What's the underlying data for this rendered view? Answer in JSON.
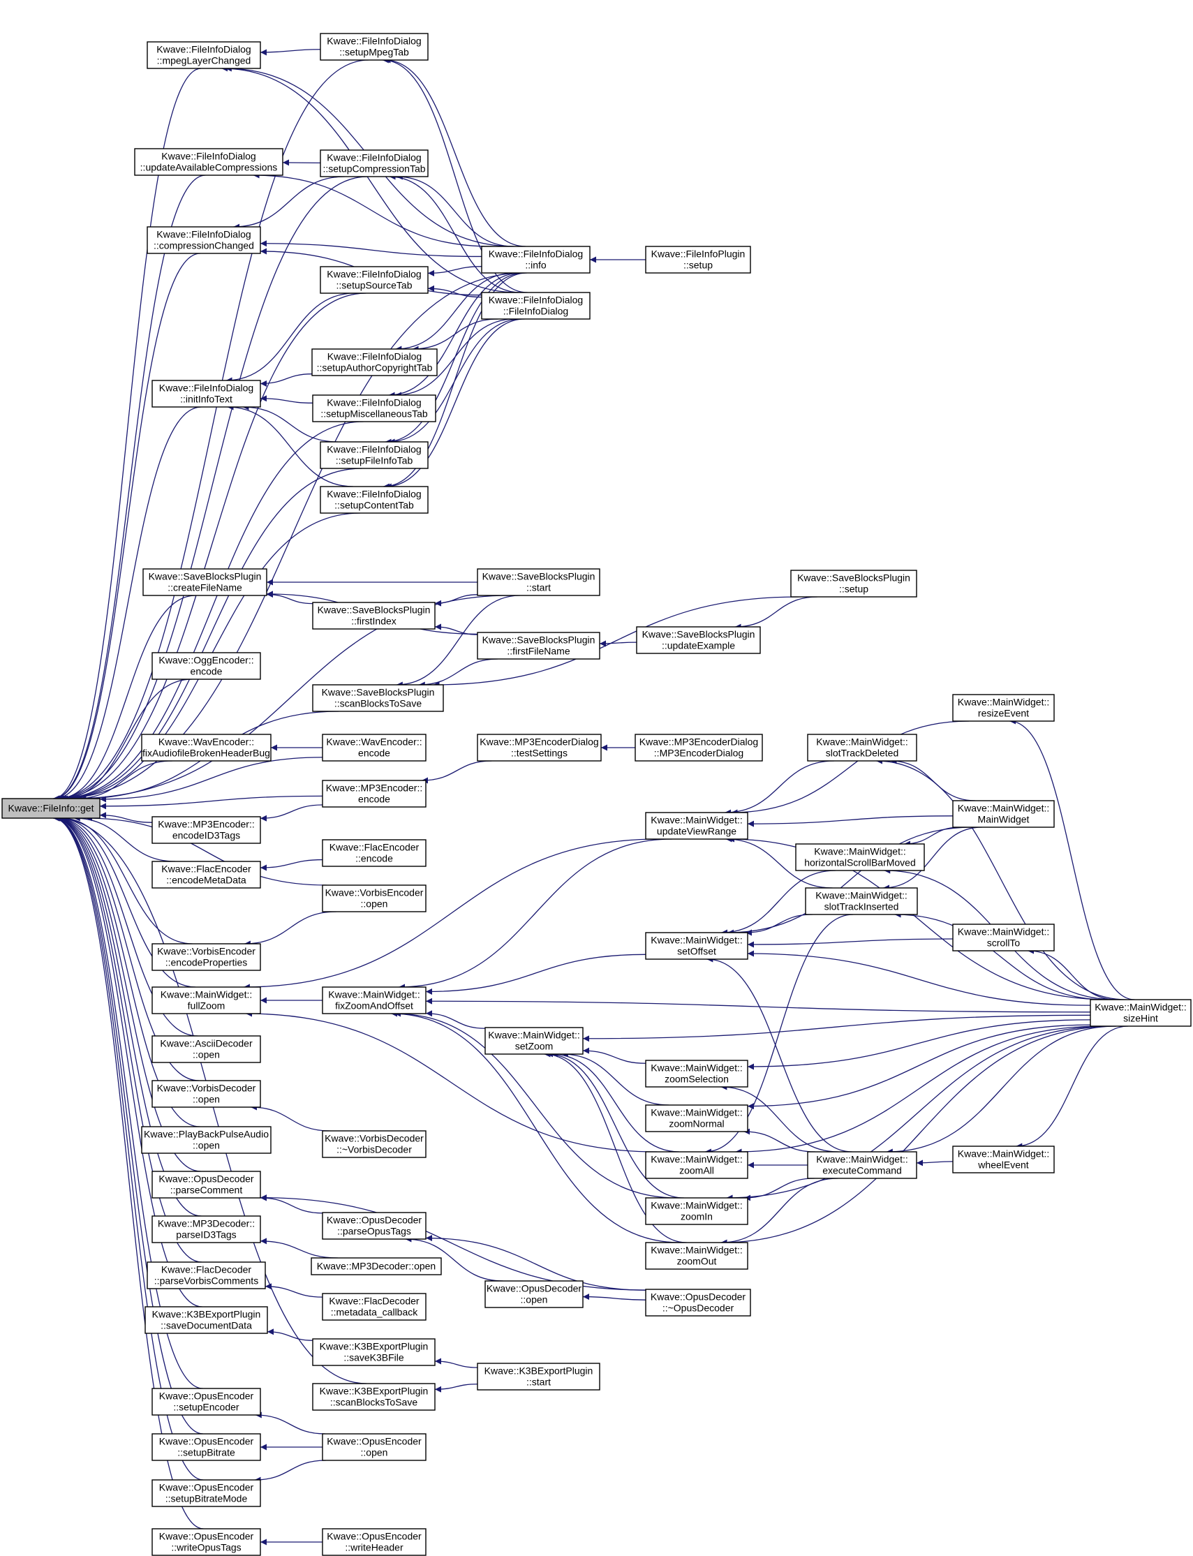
{
  "diagram": {
    "title": "",
    "edge_color": "#191970",
    "root_fill": "#bfbfbf",
    "nodes": [
      {
        "id": "get",
        "lines": [
          "Kwave::FileInfo::get"
        ],
        "root": true
      },
      {
        "id": "mpegLayerChanged",
        "lines": [
          "Kwave::FileInfoDialog",
          "::mpegLayerChanged"
        ]
      },
      {
        "id": "setupMpegTab",
        "lines": [
          "Kwave::FileInfoDialog",
          "::setupMpegTab"
        ]
      },
      {
        "id": "updateAvailableCompressions",
        "lines": [
          "Kwave::FileInfoDialog",
          "::updateAvailableCompressions"
        ]
      },
      {
        "id": "setupCompressionTab",
        "lines": [
          "Kwave::FileInfoDialog",
          "::setupCompressionTab"
        ]
      },
      {
        "id": "compressionChanged",
        "lines": [
          "Kwave::FileInfoDialog",
          "::compressionChanged"
        ]
      },
      {
        "id": "info",
        "lines": [
          "Kwave::FileInfoDialog",
          "::info"
        ]
      },
      {
        "id": "fipSetup",
        "lines": [
          "Kwave::FileInfoPlugin",
          "::setup"
        ]
      },
      {
        "id": "setupSourceTab",
        "lines": [
          "Kwave::FileInfoDialog",
          "::setupSourceTab"
        ]
      },
      {
        "id": "fidCtor",
        "lines": [
          "Kwave::FileInfoDialog",
          "::FileInfoDialog"
        ]
      },
      {
        "id": "setupAuthorCopyrightTab",
        "lines": [
          "Kwave::FileInfoDialog",
          "::setupAuthorCopyrightTab"
        ]
      },
      {
        "id": "initInfoText",
        "lines": [
          "Kwave::FileInfoDialog",
          "::initInfoText"
        ]
      },
      {
        "id": "setupMiscellaneousTab",
        "lines": [
          "Kwave::FileInfoDialog",
          "::setupMiscellaneousTab"
        ]
      },
      {
        "id": "setupFileInfoTab",
        "lines": [
          "Kwave::FileInfoDialog",
          "::setupFileInfoTab"
        ]
      },
      {
        "id": "setupContentTab",
        "lines": [
          "Kwave::FileInfoDialog",
          "::setupContentTab"
        ]
      },
      {
        "id": "createFileName",
        "lines": [
          "Kwave::SaveBlocksPlugin",
          "::createFileName"
        ]
      },
      {
        "id": "sbpStart",
        "lines": [
          "Kwave::SaveBlocksPlugin",
          "::start"
        ]
      },
      {
        "id": "sbpSetup",
        "lines": [
          "Kwave::SaveBlocksPlugin",
          "::setup"
        ]
      },
      {
        "id": "firstIndex",
        "lines": [
          "Kwave::SaveBlocksPlugin",
          "::firstIndex"
        ]
      },
      {
        "id": "firstFileName",
        "lines": [
          "Kwave::SaveBlocksPlugin",
          "::firstFileName"
        ]
      },
      {
        "id": "updateExample",
        "lines": [
          "Kwave::SaveBlocksPlugin",
          "::updateExample"
        ]
      },
      {
        "id": "oggEncode",
        "lines": [
          "Kwave::OggEncoder::",
          "encode"
        ]
      },
      {
        "id": "scanBlocksToSave",
        "lines": [
          "Kwave::SaveBlocksPlugin",
          "::scanBlocksToSave"
        ]
      },
      {
        "id": "resizeEvent",
        "lines": [
          "Kwave::MainWidget::",
          "resizeEvent"
        ]
      },
      {
        "id": "fixHeaderBug",
        "lines": [
          "Kwave::WavEncoder::",
          "fixAudiofileBrokenHeaderBug"
        ]
      },
      {
        "id": "wavEncode",
        "lines": [
          "Kwave::WavEncoder::",
          "encode"
        ]
      },
      {
        "id": "slotTrackDeleted",
        "lines": [
          "Kwave::MainWidget::",
          "slotTrackDeleted"
        ]
      },
      {
        "id": "testSettings",
        "lines": [
          "Kwave::MP3EncoderDialog",
          "::testSettings"
        ]
      },
      {
        "id": "mp3DlgCtor",
        "lines": [
          "Kwave::MP3EncoderDialog",
          "::MP3EncoderDialog"
        ]
      },
      {
        "id": "mp3Encode",
        "lines": [
          "Kwave::MP3Encoder::",
          "encode"
        ]
      },
      {
        "id": "encodeID3Tags",
        "lines": [
          "Kwave::MP3Encoder::",
          "encodeID3Tags"
        ]
      },
      {
        "id": "updateViewRange",
        "lines": [
          "Kwave::MainWidget::",
          "updateViewRange"
        ]
      },
      {
        "id": "mwCtor",
        "lines": [
          "Kwave::MainWidget::",
          "MainWidget"
        ]
      },
      {
        "id": "flacEncode",
        "lines": [
          "Kwave::FlacEncoder",
          "::encode"
        ]
      },
      {
        "id": "encodeMetaData",
        "lines": [
          "Kwave::FlacEncoder",
          "::encodeMetaData"
        ]
      },
      {
        "id": "hScrollMoved",
        "lines": [
          "Kwave::MainWidget::",
          "horizontalScrollBarMoved"
        ]
      },
      {
        "id": "vorbisOpen",
        "lines": [
          "Kwave::VorbisEncoder",
          "::open"
        ]
      },
      {
        "id": "slotTrackInserted",
        "lines": [
          "Kwave::MainWidget::",
          "slotTrackInserted"
        ]
      },
      {
        "id": "encodeProperties",
        "lines": [
          "Kwave::VorbisEncoder",
          "::encodeProperties"
        ]
      },
      {
        "id": "setOffset",
        "lines": [
          "Kwave::MainWidget::",
          "setOffset"
        ]
      },
      {
        "id": "scrollTo",
        "lines": [
          "Kwave::MainWidget::",
          "scrollTo"
        ]
      },
      {
        "id": "fullZoom",
        "lines": [
          "Kwave::MainWidget::",
          "fullZoom"
        ]
      },
      {
        "id": "fixZoomAndOffset",
        "lines": [
          "Kwave::MainWidget::",
          "fixZoomAndOffset"
        ]
      },
      {
        "id": "sizeHint",
        "lines": [
          "Kwave::MainWidget::",
          "sizeHint"
        ]
      },
      {
        "id": "setZoom",
        "lines": [
          "Kwave::MainWidget::",
          "setZoom"
        ]
      },
      {
        "id": "asciiOpen",
        "lines": [
          "Kwave::AsciiDecoder",
          "::open"
        ]
      },
      {
        "id": "zoomSelection",
        "lines": [
          "Kwave::MainWidget::",
          "zoomSelection"
        ]
      },
      {
        "id": "vorbisDecOpen",
        "lines": [
          "Kwave::VorbisDecoder",
          "::open"
        ]
      },
      {
        "id": "zoomNormal",
        "lines": [
          "Kwave::MainWidget::",
          "zoomNormal"
        ]
      },
      {
        "id": "pbpaOpen",
        "lines": [
          "Kwave::PlayBackPulseAudio",
          "::open"
        ]
      },
      {
        "id": "vorbisDecDtor",
        "lines": [
          "Kwave::VorbisDecoder",
          "::~VorbisDecoder"
        ]
      },
      {
        "id": "zoomAll",
        "lines": [
          "Kwave::MainWidget::",
          "zoomAll"
        ]
      },
      {
        "id": "executeCommand",
        "lines": [
          "Kwave::MainWidget::",
          "executeCommand"
        ]
      },
      {
        "id": "wheelEvent",
        "lines": [
          "Kwave::MainWidget::",
          "wheelEvent"
        ]
      },
      {
        "id": "parseComment",
        "lines": [
          "Kwave::OpusDecoder",
          "::parseComment"
        ]
      },
      {
        "id": "zoomIn",
        "lines": [
          "Kwave::MainWidget::",
          "zoomIn"
        ]
      },
      {
        "id": "parseOpusTags",
        "lines": [
          "Kwave::OpusDecoder",
          "::parseOpusTags"
        ]
      },
      {
        "id": "parseID3Tags",
        "lines": [
          "Kwave::MP3Decoder::",
          "parseID3Tags"
        ]
      },
      {
        "id": "zoomOut",
        "lines": [
          "Kwave::MainWidget::",
          "zoomOut"
        ]
      },
      {
        "id": "mp3DecOpen",
        "lines": [
          "Kwave::MP3Decoder::open"
        ]
      },
      {
        "id": "parseVorbisComments",
        "lines": [
          "Kwave::FlacDecoder",
          "::parseVorbisComments"
        ]
      },
      {
        "id": "opusDecOpen",
        "lines": [
          "Kwave::OpusDecoder",
          "::open"
        ]
      },
      {
        "id": "opusDecDtor",
        "lines": [
          "Kwave::OpusDecoder",
          "::~OpusDecoder"
        ]
      },
      {
        "id": "metadataCallback",
        "lines": [
          "Kwave::FlacDecoder",
          "::metadata_callback"
        ]
      },
      {
        "id": "saveDocumentData",
        "lines": [
          "Kwave::K3BExportPlugin",
          "::saveDocumentData"
        ]
      },
      {
        "id": "saveK3BFile",
        "lines": [
          "Kwave::K3BExportPlugin",
          "::saveK3BFile"
        ]
      },
      {
        "id": "k3bStart",
        "lines": [
          "Kwave::K3BExportPlugin",
          "::start"
        ]
      },
      {
        "id": "k3bScan",
        "lines": [
          "Kwave::K3BExportPlugin",
          "::scanBlocksToSave"
        ]
      },
      {
        "id": "setupEncoder",
        "lines": [
          "Kwave::OpusEncoder",
          "::setupEncoder"
        ]
      },
      {
        "id": "setupBitrate",
        "lines": [
          "Kwave::OpusEncoder",
          "::setupBitrate"
        ]
      },
      {
        "id": "opusEncOpen",
        "lines": [
          "Kwave::OpusEncoder",
          "::open"
        ]
      },
      {
        "id": "setupBitrateMode",
        "lines": [
          "Kwave::OpusEncoder",
          "::setupBitrateMode"
        ]
      },
      {
        "id": "writeOpusTags",
        "lines": [
          "Kwave::OpusEncoder",
          "::writeOpusTags"
        ]
      },
      {
        "id": "writeHeader",
        "lines": [
          "Kwave::OpusEncoder",
          "::writeHeader"
        ]
      }
    ],
    "edges": [
      [
        "mpegLayerChanged",
        "get"
      ],
      [
        "updateAvailableCompressions",
        "get"
      ],
      [
        "compressionChanged",
        "get"
      ],
      [
        "initInfoText",
        "get"
      ],
      [
        "createFileName",
        "get"
      ],
      [
        "oggEncode",
        "get"
      ],
      [
        "fixHeaderBug",
        "get"
      ],
      [
        "encodeID3Tags",
        "get"
      ],
      [
        "encodeMetaData",
        "get"
      ],
      [
        "encodeProperties",
        "get"
      ],
      [
        "fullZoom",
        "get"
      ],
      [
        "asciiOpen",
        "get"
      ],
      [
        "vorbisDecOpen",
        "get"
      ],
      [
        "pbpaOpen",
        "get"
      ],
      [
        "parseComment",
        "get"
      ],
      [
        "parseID3Tags",
        "get"
      ],
      [
        "parseVorbisComments",
        "get"
      ],
      [
        "saveDocumentData",
        "get"
      ],
      [
        "setupEncoder",
        "get"
      ],
      [
        "setupBitrate",
        "get"
      ],
      [
        "setupBitrateMode",
        "get"
      ],
      [
        "writeOpusTags",
        "get"
      ],
      [
        "setupMpegTab",
        "get"
      ],
      [
        "info",
        "get"
      ],
      [
        "setupCompressionTab",
        "get"
      ],
      [
        "setupSourceTab",
        "get"
      ],
      [
        "setupMiscellaneousTab",
        "get"
      ],
      [
        "setupFileInfoTab",
        "get"
      ],
      [
        "setupContentTab",
        "get"
      ],
      [
        "sbpStart",
        "get"
      ],
      [
        "scanBlocksToSave",
        "get"
      ],
      [
        "wavEncode",
        "get"
      ],
      [
        "mp3Encode",
        "get"
      ],
      [
        "vorbisOpen",
        "get"
      ],
      [
        "k3bScan",
        "get"
      ],
      [
        "setupMpegTab",
        "mpegLayerChanged"
      ],
      [
        "info",
        "mpegLayerChanged"
      ],
      [
        "fidCtor",
        "mpegLayerChanged"
      ],
      [
        "setupCompressionTab",
        "updateAvailableCompressions"
      ],
      [
        "info",
        "updateAvailableCompressions"
      ],
      [
        "setupCompressionTab",
        "compressionChanged"
      ],
      [
        "info",
        "compressionChanged"
      ],
      [
        "fidCtor",
        "compressionChanged"
      ],
      [
        "info",
        "setupMpegTab"
      ],
      [
        "fidCtor",
        "setupMpegTab"
      ],
      [
        "info",
        "setupCompressionTab"
      ],
      [
        "fidCtor",
        "setupCompressionTab"
      ],
      [
        "info",
        "setupSourceTab"
      ],
      [
        "fidCtor",
        "setupSourceTab"
      ],
      [
        "info",
        "setupAuthorCopyrightTab"
      ],
      [
        "fidCtor",
        "setupAuthorCopyrightTab"
      ],
      [
        "info",
        "setupMiscellaneousTab"
      ],
      [
        "fidCtor",
        "setupMiscellaneousTab"
      ],
      [
        "info",
        "setupFileInfoTab"
      ],
      [
        "fidCtor",
        "setupFileInfoTab"
      ],
      [
        "info",
        "setupContentTab"
      ],
      [
        "fidCtor",
        "setupContentTab"
      ],
      [
        "fipSetup",
        "info"
      ],
      [
        "setupSourceTab",
        "initInfoText"
      ],
      [
        "setupAuthorCopyrightTab",
        "initInfoText"
      ],
      [
        "setupMiscellaneousTab",
        "initInfoText"
      ],
      [
        "setupFileInfoTab",
        "initInfoText"
      ],
      [
        "setupContentTab",
        "initInfoText"
      ],
      [
        "sbpStart",
        "createFileName"
      ],
      [
        "firstIndex",
        "createFileName"
      ],
      [
        "firstFileName",
        "createFileName"
      ],
      [
        "sbpStart",
        "firstIndex"
      ],
      [
        "firstFileName",
        "firstIndex"
      ],
      [
        "updateExample",
        "firstFileName"
      ],
      [
        "sbpSetup",
        "updateExample"
      ],
      [
        "sbpStart",
        "scanBlocksToSave"
      ],
      [
        "firstFileName",
        "scanBlocksToSave"
      ],
      [
        "sbpSetup",
        "scanBlocksToSave"
      ],
      [
        "wavEncode",
        "fixHeaderBug"
      ],
      [
        "mp3Encode",
        "encodeID3Tags"
      ],
      [
        "testSettings",
        "mp3Encode"
      ],
      [
        "mp3DlgCtor",
        "testSettings"
      ],
      [
        "flacEncode",
        "encodeMetaData"
      ],
      [
        "vorbisOpen",
        "encodeProperties"
      ],
      [
        "fixZoomAndOffset",
        "fullZoom"
      ],
      [
        "updateViewRange",
        "fullZoom"
      ],
      [
        "zoomAll",
        "fullZoom"
      ],
      [
        "updateViewRange",
        "fixZoomAndOffset"
      ],
      [
        "setOffset",
        "fixZoomAndOffset"
      ],
      [
        "setZoom",
        "fixZoomAndOffset"
      ],
      [
        "sizeHint",
        "fixZoomAndOffset"
      ],
      [
        "zoomIn",
        "fixZoomAndOffset"
      ],
      [
        "zoomOut",
        "fixZoomAndOffset"
      ],
      [
        "resizeEvent",
        "updateViewRange"
      ],
      [
        "slotTrackDeleted",
        "updateViewRange"
      ],
      [
        "mwCtor",
        "updateViewRange"
      ],
      [
        "slotTrackInserted",
        "updateViewRange"
      ],
      [
        "sizeHint",
        "updateViewRange"
      ],
      [
        "sizeHint",
        "resizeEvent"
      ],
      [
        "mwCtor",
        "slotTrackDeleted"
      ],
      [
        "sizeHint",
        "slotTrackDeleted"
      ],
      [
        "mwCtor",
        "hScrollMoved"
      ],
      [
        "sizeHint",
        "hScrollMoved"
      ],
      [
        "mwCtor",
        "slotTrackInserted"
      ],
      [
        "sizeHint",
        "slotTrackInserted"
      ],
      [
        "hScrollMoved",
        "setOffset"
      ],
      [
        "slotTrackInserted",
        "setOffset"
      ],
      [
        "mwCtor",
        "setOffset"
      ],
      [
        "scrollTo",
        "setOffset"
      ],
      [
        "sizeHint",
        "setOffset"
      ],
      [
        "executeCommand",
        "setOffset"
      ],
      [
        "sizeHint",
        "scrollTo"
      ],
      [
        "zoomSelection",
        "setZoom"
      ],
      [
        "zoomNormal",
        "setZoom"
      ],
      [
        "zoomAll",
        "setZoom"
      ],
      [
        "zoomIn",
        "setZoom"
      ],
      [
        "zoomOut",
        "setZoom"
      ],
      [
        "sizeHint",
        "setZoom"
      ],
      [
        "executeCommand",
        "zoomSelection"
      ],
      [
        "sizeHint",
        "zoomSelection"
      ],
      [
        "executeCommand",
        "zoomNormal"
      ],
      [
        "sizeHint",
        "zoomNormal"
      ],
      [
        "executeCommand",
        "zoomAll"
      ],
      [
        "sizeHint",
        "zoomAll"
      ],
      [
        "slotTrackInserted",
        "zoomAll"
      ],
      [
        "executeCommand",
        "zoomIn"
      ],
      [
        "sizeHint",
        "zoomIn"
      ],
      [
        "executeCommand",
        "zoomOut"
      ],
      [
        "sizeHint",
        "zoomOut"
      ],
      [
        "wheelEvent",
        "executeCommand"
      ],
      [
        "sizeHint",
        "executeCommand"
      ],
      [
        "sizeHint",
        "wheelEvent"
      ],
      [
        "vorbisDecDtor",
        "vorbisDecOpen"
      ],
      [
        "parseOpusTags",
        "parseComment"
      ],
      [
        "opusDecDtor",
        "parseComment"
      ],
      [
        "opusDecOpen",
        "parseOpusTags"
      ],
      [
        "opusDecDtor",
        "parseOpusTags"
      ],
      [
        "opusDecDtor",
        "opusDecOpen"
      ],
      [
        "mp3DecOpen",
        "parseID3Tags"
      ],
      [
        "metadataCallback",
        "parseVorbisComments"
      ],
      [
        "saveK3BFile",
        "saveDocumentData"
      ],
      [
        "k3bStart",
        "saveK3BFile"
      ],
      [
        "k3bStart",
        "k3bScan"
      ],
      [
        "opusEncOpen",
        "setupEncoder"
      ],
      [
        "opusEncOpen",
        "setupBitrate"
      ],
      [
        "opusEncOpen",
        "setupBitrateMode"
      ],
      [
        "writeHeader",
        "writeOpusTags"
      ]
    ]
  }
}
